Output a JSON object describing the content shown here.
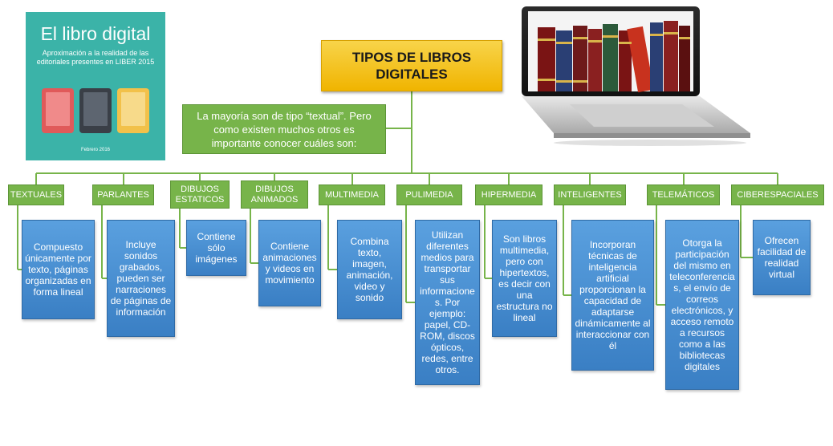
{
  "cover": {
    "title": "El libro digital",
    "subtitle": "Aproximación a la realidad de las editoriales presentes en LIBER 2015",
    "date": "Febrero 2016"
  },
  "title": "TIPOS DE LIBROS DIGITALES",
  "intro": "La mayoría son de tipo “textual”. Pero como existen muchos otros es importante conocer cuáles son:",
  "categories": [
    {
      "label": "TEXTUALES",
      "desc": "Compuesto únicamente por texto, páginas organizadas en forma lineal"
    },
    {
      "label": "PARLANTES",
      "desc": "Incluye sonidos grabados, pueden ser narraciones de páginas de información"
    },
    {
      "label": "DIBUJOS ESTATICOS",
      "desc": "Contiene sólo imágenes"
    },
    {
      "label": "DIBUJOS ANIMADOS",
      "desc": "Contiene animaciones y videos en movimiento"
    },
    {
      "label": "MULTIMEDIA",
      "desc": "Combina texto, imagen, animación, video y sonido"
    },
    {
      "label": "PULIMEDIA",
      "desc": "Utilizan diferentes medios para transportar sus informaciones. Por ejemplo: papel, CD-ROM, discos ópticos, redes, entre otros."
    },
    {
      "label": "HIPERMEDIA",
      "desc": "Son libros multimedia, pero con hipertextos, es decir con una estructura no lineal"
    },
    {
      "label": "INTELIGENTES",
      "desc": "Incorporan técnicas de inteligencia artificial proporcionan la capacidad de adaptarse dinámicamente al interaccionar con él"
    },
    {
      "label": "TELEMÁTICOS",
      "desc": "Otorga la participación del mismo en teleconferencias, el envío de correos electrónicos, y acceso remoto a recursos como a las bibliotecas digitales"
    },
    {
      "label": "CIBERESPACIALES",
      "desc": "Ofrecen facilidad de realidad virtual"
    }
  ],
  "colors": {
    "green": "#77b44a",
    "blue": "#4a90d9",
    "yellow": "#f6c928",
    "teal": "#3bb3a8"
  },
  "icons": [
    "book-cover-image",
    "laptop-with-books-image"
  ]
}
